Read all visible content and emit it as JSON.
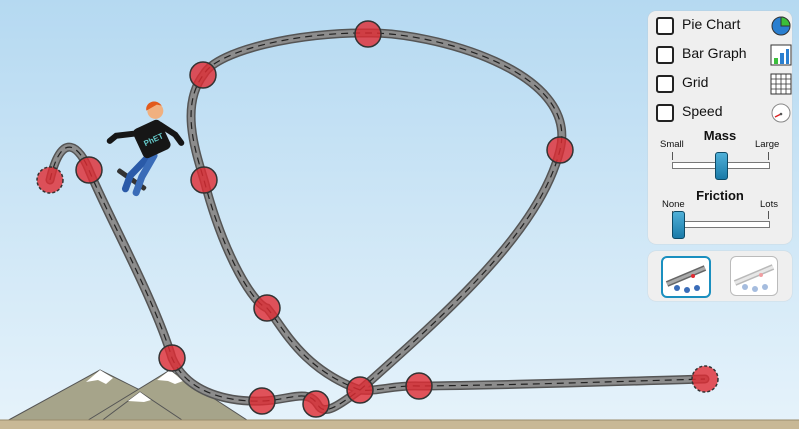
{
  "controls": {
    "options": [
      {
        "id": "pie",
        "label": "Pie Chart",
        "checked": false,
        "icon": "pie-chart-icon"
      },
      {
        "id": "bar",
        "label": "Bar Graph",
        "checked": false,
        "icon": "bar-graph-icon"
      },
      {
        "id": "grid",
        "label": "Grid",
        "checked": false,
        "icon": "grid-icon"
      },
      {
        "id": "speed",
        "label": "Speed",
        "checked": false,
        "icon": "speedometer-icon"
      }
    ],
    "mass": {
      "title": "Mass",
      "min_label": "Small",
      "max_label": "Large",
      "value_fraction": 0.5
    },
    "friction": {
      "title": "Friction",
      "min_label": "None",
      "max_label": "Lots",
      "value_fraction": 0.0
    }
  },
  "modes": {
    "selected": "track-playground",
    "items": [
      "track-playground",
      "track-playground-faded"
    ]
  },
  "skater": {
    "shirt_text": "PhET"
  },
  "colors": {
    "sky_top": "#b9dcf2",
    "sky_bottom": "#e4f2fb",
    "ground": "#c8b896",
    "track": "#888888",
    "control_point": "#e02a32",
    "panel_bg": "#efefef",
    "accent": "#1a8fbf"
  }
}
